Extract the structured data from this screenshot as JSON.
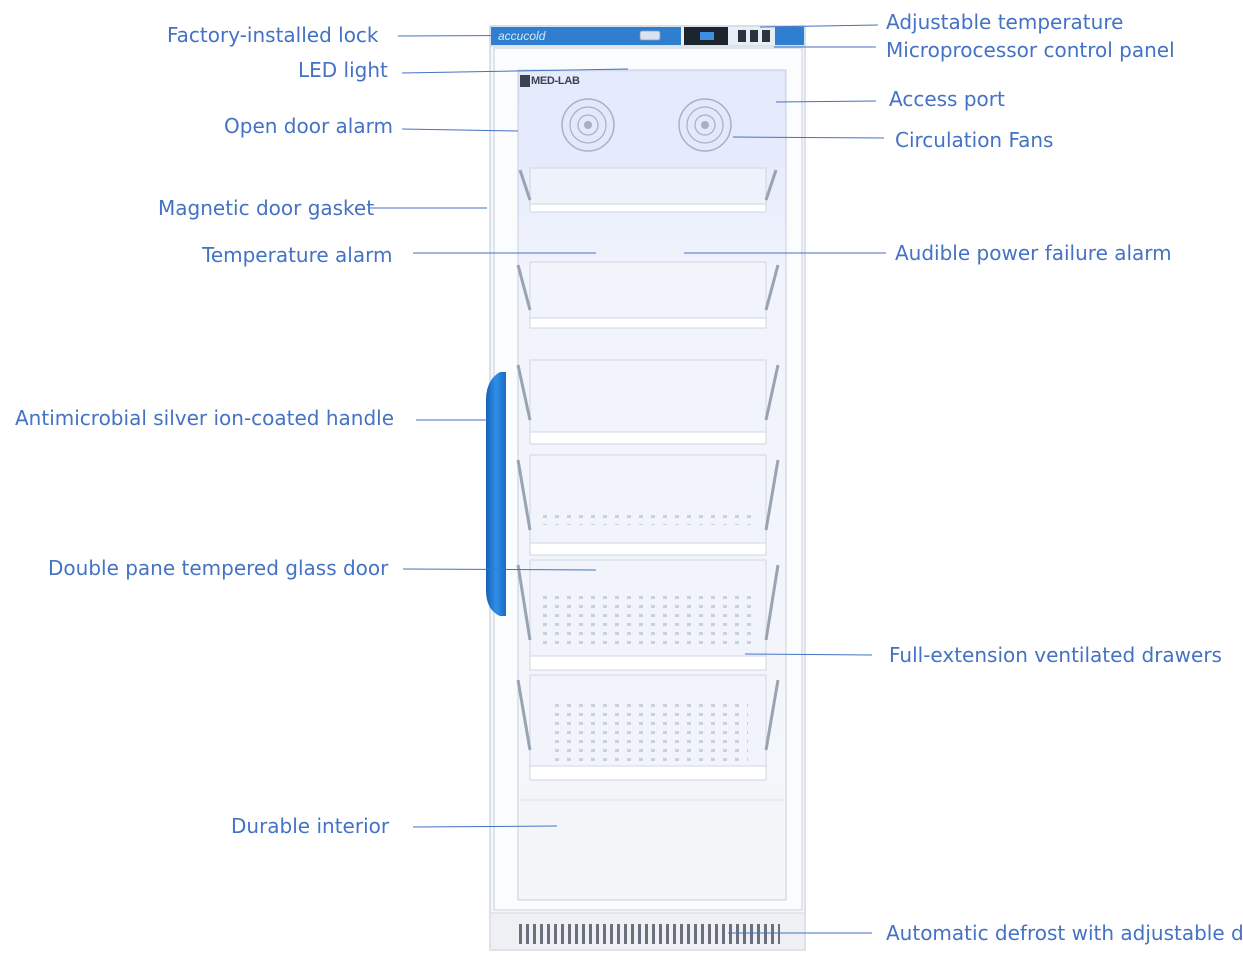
{
  "colors": {
    "label_text": "#4472c4",
    "leader_line": "#4472c4",
    "cabinet_white": "#f7f8fb",
    "interior_light": "#eef2fb",
    "brand_blue": "#2e7fd0",
    "handle_blue": "#1f78d1",
    "display_dark": "#1c2430"
  },
  "cabinet": {
    "brand_text": "accucold",
    "badge_text": "MED-LAB"
  },
  "callouts": {
    "factory_lock": "Factory-installed lock",
    "led_light": "LED light",
    "open_door_alarm": "Open door alarm",
    "magnetic_gasket": "Magnetic door gasket",
    "temperature_alarm": "Temperature alarm",
    "handle": "Antimicrobial silver ion-coated handle",
    "glass_door": "Double pane tempered glass door",
    "durable_interior": "Durable interior",
    "adjustable_temperature": "Adjustable temperature",
    "control_panel": "Microprocessor control panel",
    "access_port": "Access port",
    "circulation_fans": "Circulation Fans",
    "power_failure_alarm": "Audible power failure alarm",
    "ventilated_drawers": "Full-extension ventilated drawers",
    "automatic_defrost": "Automatic defrost with adjustable d"
  }
}
